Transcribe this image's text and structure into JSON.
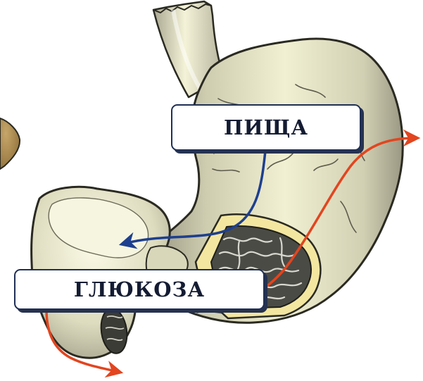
{
  "labels": {
    "food": "ПИЩА",
    "glucose": "ГЛЮКОЗА"
  },
  "colors": {
    "organ_light": "#f1f0d2",
    "organ_mid": "#cfcdb0",
    "organ_shadow": "#8e8c78",
    "outline": "#2a2a22",
    "arrow_blue": "#1d3f8f",
    "arrow_red": "#e2451f",
    "box_border": "#1f2f55"
  },
  "icons": {
    "food_path": "blue-arrow",
    "glucose_path": "red-arrow"
  }
}
